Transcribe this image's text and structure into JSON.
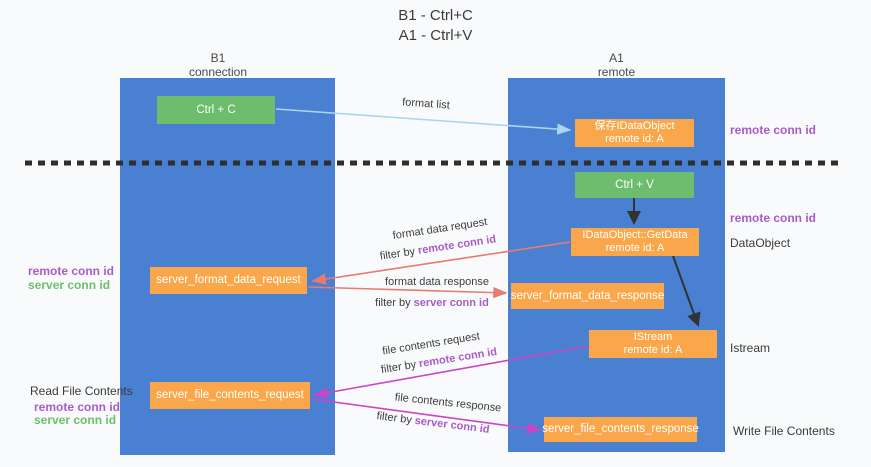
{
  "title": {
    "line1": "B1 - Ctrl+C",
    "line2": "A1 - Ctrl+V"
  },
  "columns": {
    "left": {
      "name": "B1",
      "role": "connection"
    },
    "right": {
      "name": "A1",
      "role": "remote"
    }
  },
  "boxes": {
    "ctrl_c": "Ctrl + C",
    "ctrl_v": "Ctrl + V",
    "save_dataobject": {
      "line1": "保存IDataObject",
      "line2": "remote id: A"
    },
    "getdata": {
      "line1": "IDataObject::GetData",
      "line2": "remote id: A"
    },
    "istream": {
      "line1": "IStream",
      "line2": "remote id: A"
    },
    "format_request": "server_format_data_request",
    "format_response": "server_format_data_response",
    "file_request": "server_file_contents_request",
    "file_response": "server_file_contents_response"
  },
  "edge_labels": {
    "format_list": "format list",
    "format_data_request": "format data request",
    "format_data_response": "format data response",
    "file_contents_request": "file contents request",
    "file_contents_response": "file contents response",
    "filter_by": "filter by",
    "remote_conn_id": "remote conn id",
    "server_conn_id": "server conn id"
  },
  "side_labels": {
    "remote_conn_id": "remote conn id",
    "server_conn_id": "server conn id",
    "dataobject": "DataObject",
    "istream": "Istream",
    "read_file_contents": "Read File Contents",
    "write_file_contents": "Write File Contents"
  },
  "colors": {
    "lifeline_blue": "#4a80d2",
    "box_green": "#6cbe6c",
    "box_orange": "#f9a74a",
    "arrow_salmon": "#e97a70",
    "arrow_magenta": "#cb46c6",
    "arrow_lightblue": "#a9d5f0",
    "arrow_black": "#333333",
    "text_purple": "#a85cc6",
    "text_green": "#6cbf6b"
  }
}
